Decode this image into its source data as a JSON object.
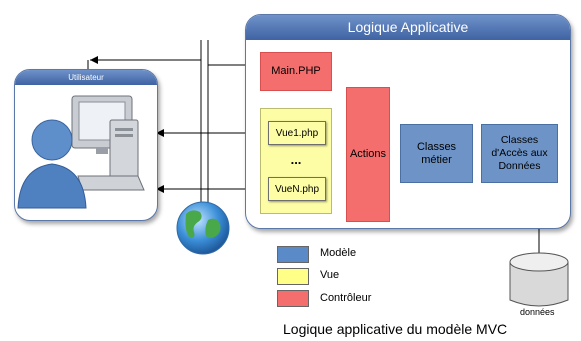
{
  "app": {
    "title": "Logique Applicative",
    "user_panel_title": "Utilisateur",
    "main": "Main.PHP",
    "vue1": "Vue1.php",
    "ellipsis": "...",
    "vueN": "VueN.php",
    "actions": "Actions",
    "classes_metier": "Classes\nmétier",
    "classes_acces": "Classes\nd'Accès aux\nDonnées",
    "db_label": "données",
    "caption": "Logique applicative du modèle MVC"
  },
  "legend": [
    {
      "label": "Modèle",
      "color": "#5b8ac8"
    },
    {
      "label": "Vue",
      "color": "#ffff88"
    },
    {
      "label": "Contrôleur",
      "color": "#f56e6e"
    }
  ],
  "colors": {
    "panel_border": "#5a78a8",
    "header": "#4a6fae",
    "controller": "#f56e6e",
    "model": "#6e93c6",
    "view": "#fdfda6"
  },
  "icons": [
    "computer-user-icon",
    "globe-icon",
    "database-icon"
  ]
}
